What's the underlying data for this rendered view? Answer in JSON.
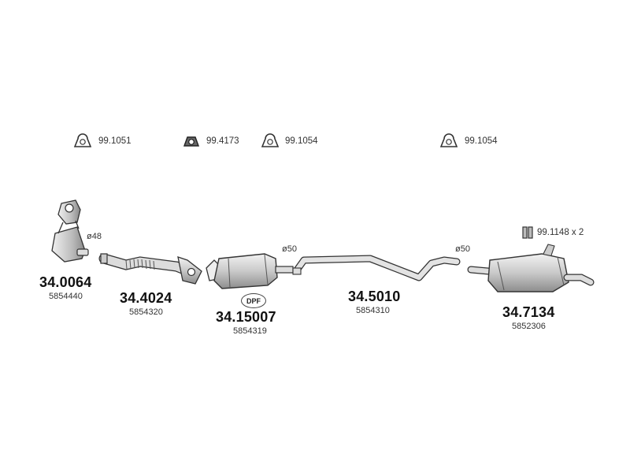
{
  "accessories": {
    "clamp1": "99.1051",
    "gasket": "99.4173",
    "clamp2": "99.1054",
    "clamp3": "99.1054",
    "mount": "99.1148 x 2"
  },
  "parts": {
    "catalytic_converter": {
      "number": "34.0064",
      "oem": "5854440",
      "diameter": "ø48"
    },
    "front_pipe": {
      "number": "34.4024",
      "oem": "5854320"
    },
    "dpf_filter": {
      "number": "34.15007",
      "oem": "5854319",
      "badge": "DPF",
      "diameter": "ø50"
    },
    "middle_pipe": {
      "number": "34.5010",
      "oem": "5854310",
      "diameter": "ø50"
    },
    "rear_silencer": {
      "number": "34.7134",
      "oem": "5852306"
    }
  }
}
